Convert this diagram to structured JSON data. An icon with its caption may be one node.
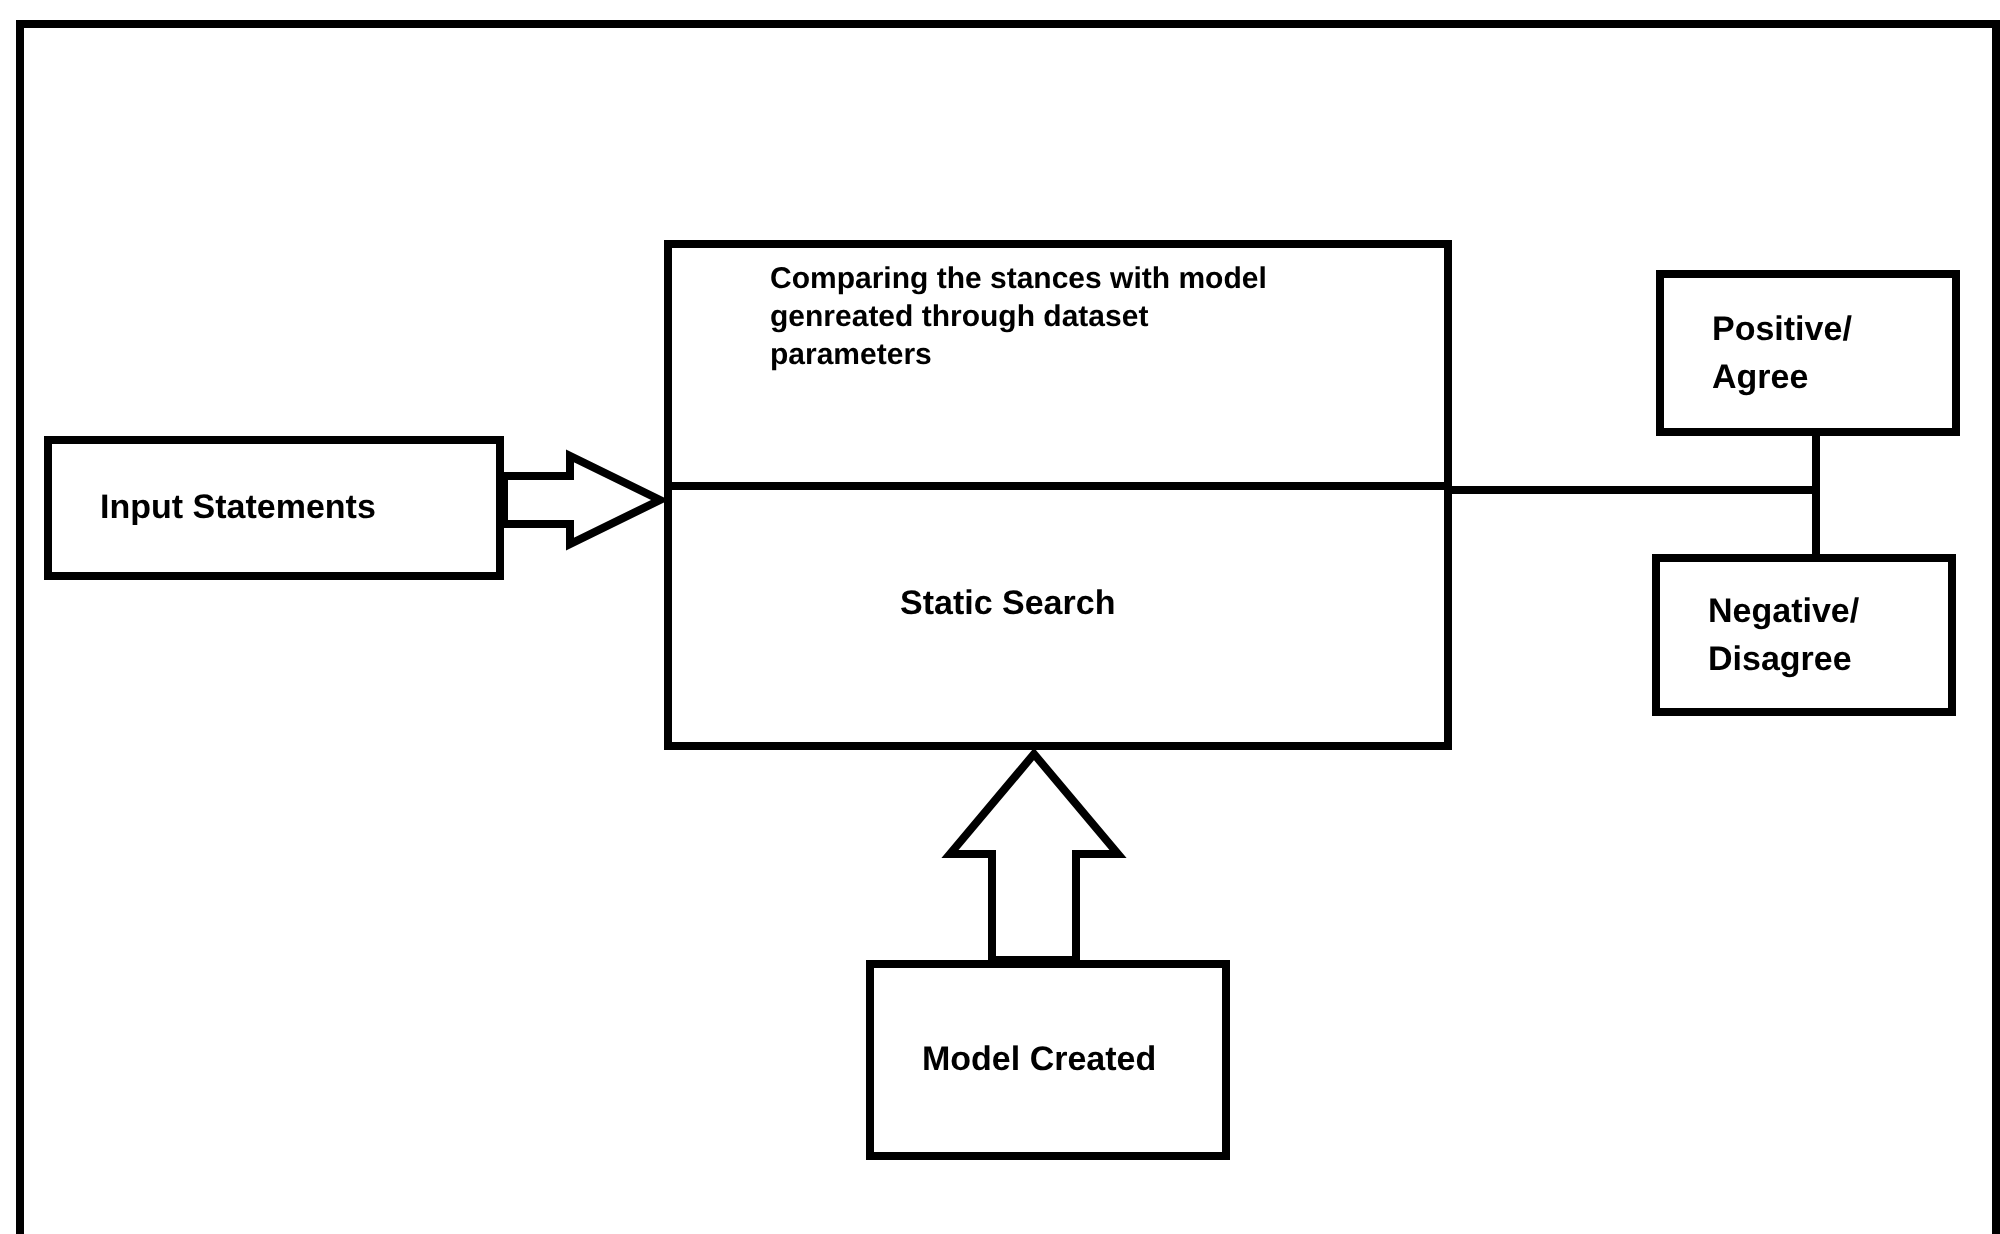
{
  "diagram": {
    "nodes": [
      {
        "text": [
          "Input Statements"
        ]
      },
      {
        "text": [
          "Comparing the stances with model genreated through dataset parameters",
          "Static Search"
        ]
      },
      {
        "text": [
          "Positive/ Agree"
        ]
      },
      {
        "text": [
          "Negative/ Disagree"
        ]
      },
      {
        "text": [
          "Model Created"
        ]
      }
    ],
    "edges": [
      {
        "from": 0,
        "to": 1,
        "arrow": "to",
        "style": "thick"
      },
      {
        "from": 4,
        "to": 1,
        "arrow": "to",
        "style": "thick"
      },
      {
        "from": 1,
        "to": 2,
        "arrow": "none"
      },
      {
        "from": 1,
        "to": 3,
        "arrow": "none"
      }
    ]
  }
}
